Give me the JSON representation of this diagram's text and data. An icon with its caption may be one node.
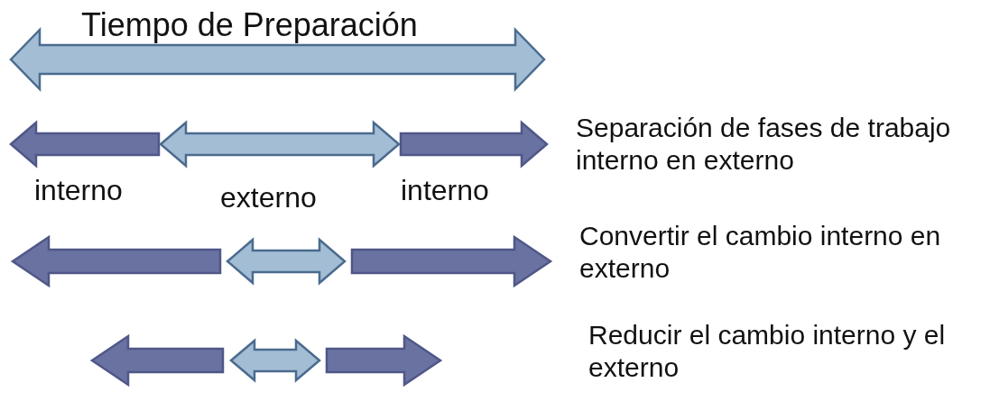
{
  "diagram": {
    "title": "Tiempo de Preparación",
    "labels": [
      "interno",
      "externo",
      "interno",
      "Separación de fases de trabajo interno en externo",
      "Convertir el cambio interno en externo",
      "Reducir el cambio interno y el externo"
    ]
  }
}
